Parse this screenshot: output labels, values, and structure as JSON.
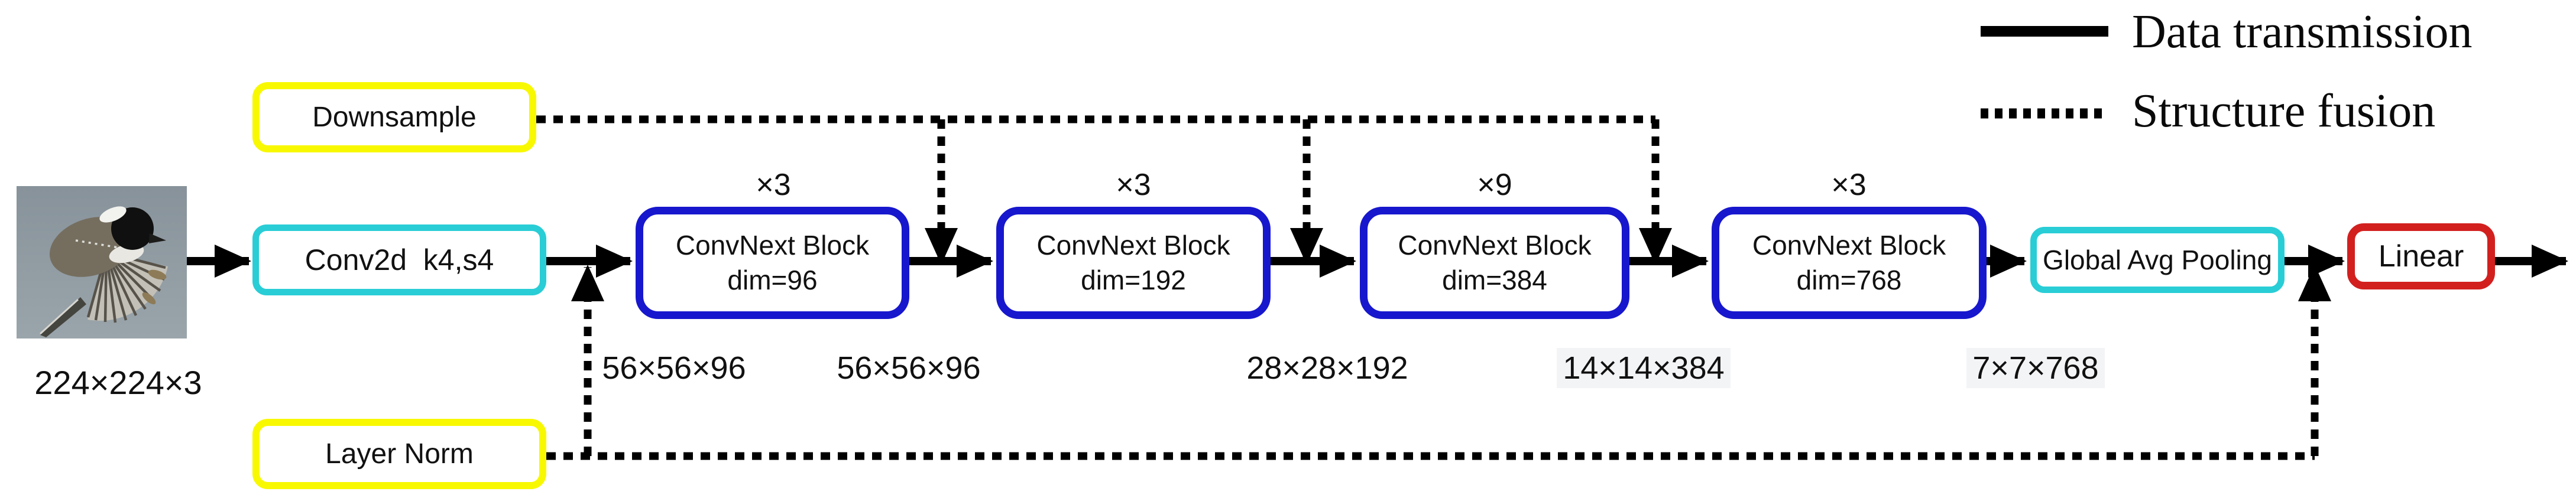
{
  "colors": {
    "yellow_border": "#F8F800",
    "cyan_border": "#29CDD6",
    "blue_border": "#1717CE",
    "red_border": "#D2201F",
    "wire_black": "#000000",
    "bird_background": "#8E99A1"
  },
  "input": {
    "image_name": "bird-photo",
    "shape_label": "224×224×3"
  },
  "pipeline": {
    "downsample": "Downsample",
    "stem": "Conv2d  k4,s4",
    "layer_norm": "Layer Norm",
    "global_avg_pooling": "Global Avg Pooling",
    "linear": "Linear"
  },
  "stages": [
    {
      "repeat": "×3",
      "name": "ConvNext Block",
      "dim": "dim=96"
    },
    {
      "repeat": "×3",
      "name": "ConvNext Block",
      "dim": "dim=192"
    },
    {
      "repeat": "×9",
      "name": "ConvNext Block",
      "dim": "dim=384"
    },
    {
      "repeat": "×3",
      "name": "ConvNext Block",
      "dim": "dim=768"
    }
  ],
  "feature_maps": [
    "56×56×96",
    "56×56×96",
    "28×28×192",
    "14×14×384",
    "7×7×768"
  ],
  "legend": [
    {
      "style": "solid",
      "label": "Data transmission"
    },
    {
      "style": "dotted",
      "label": "Structure fusion"
    }
  ]
}
